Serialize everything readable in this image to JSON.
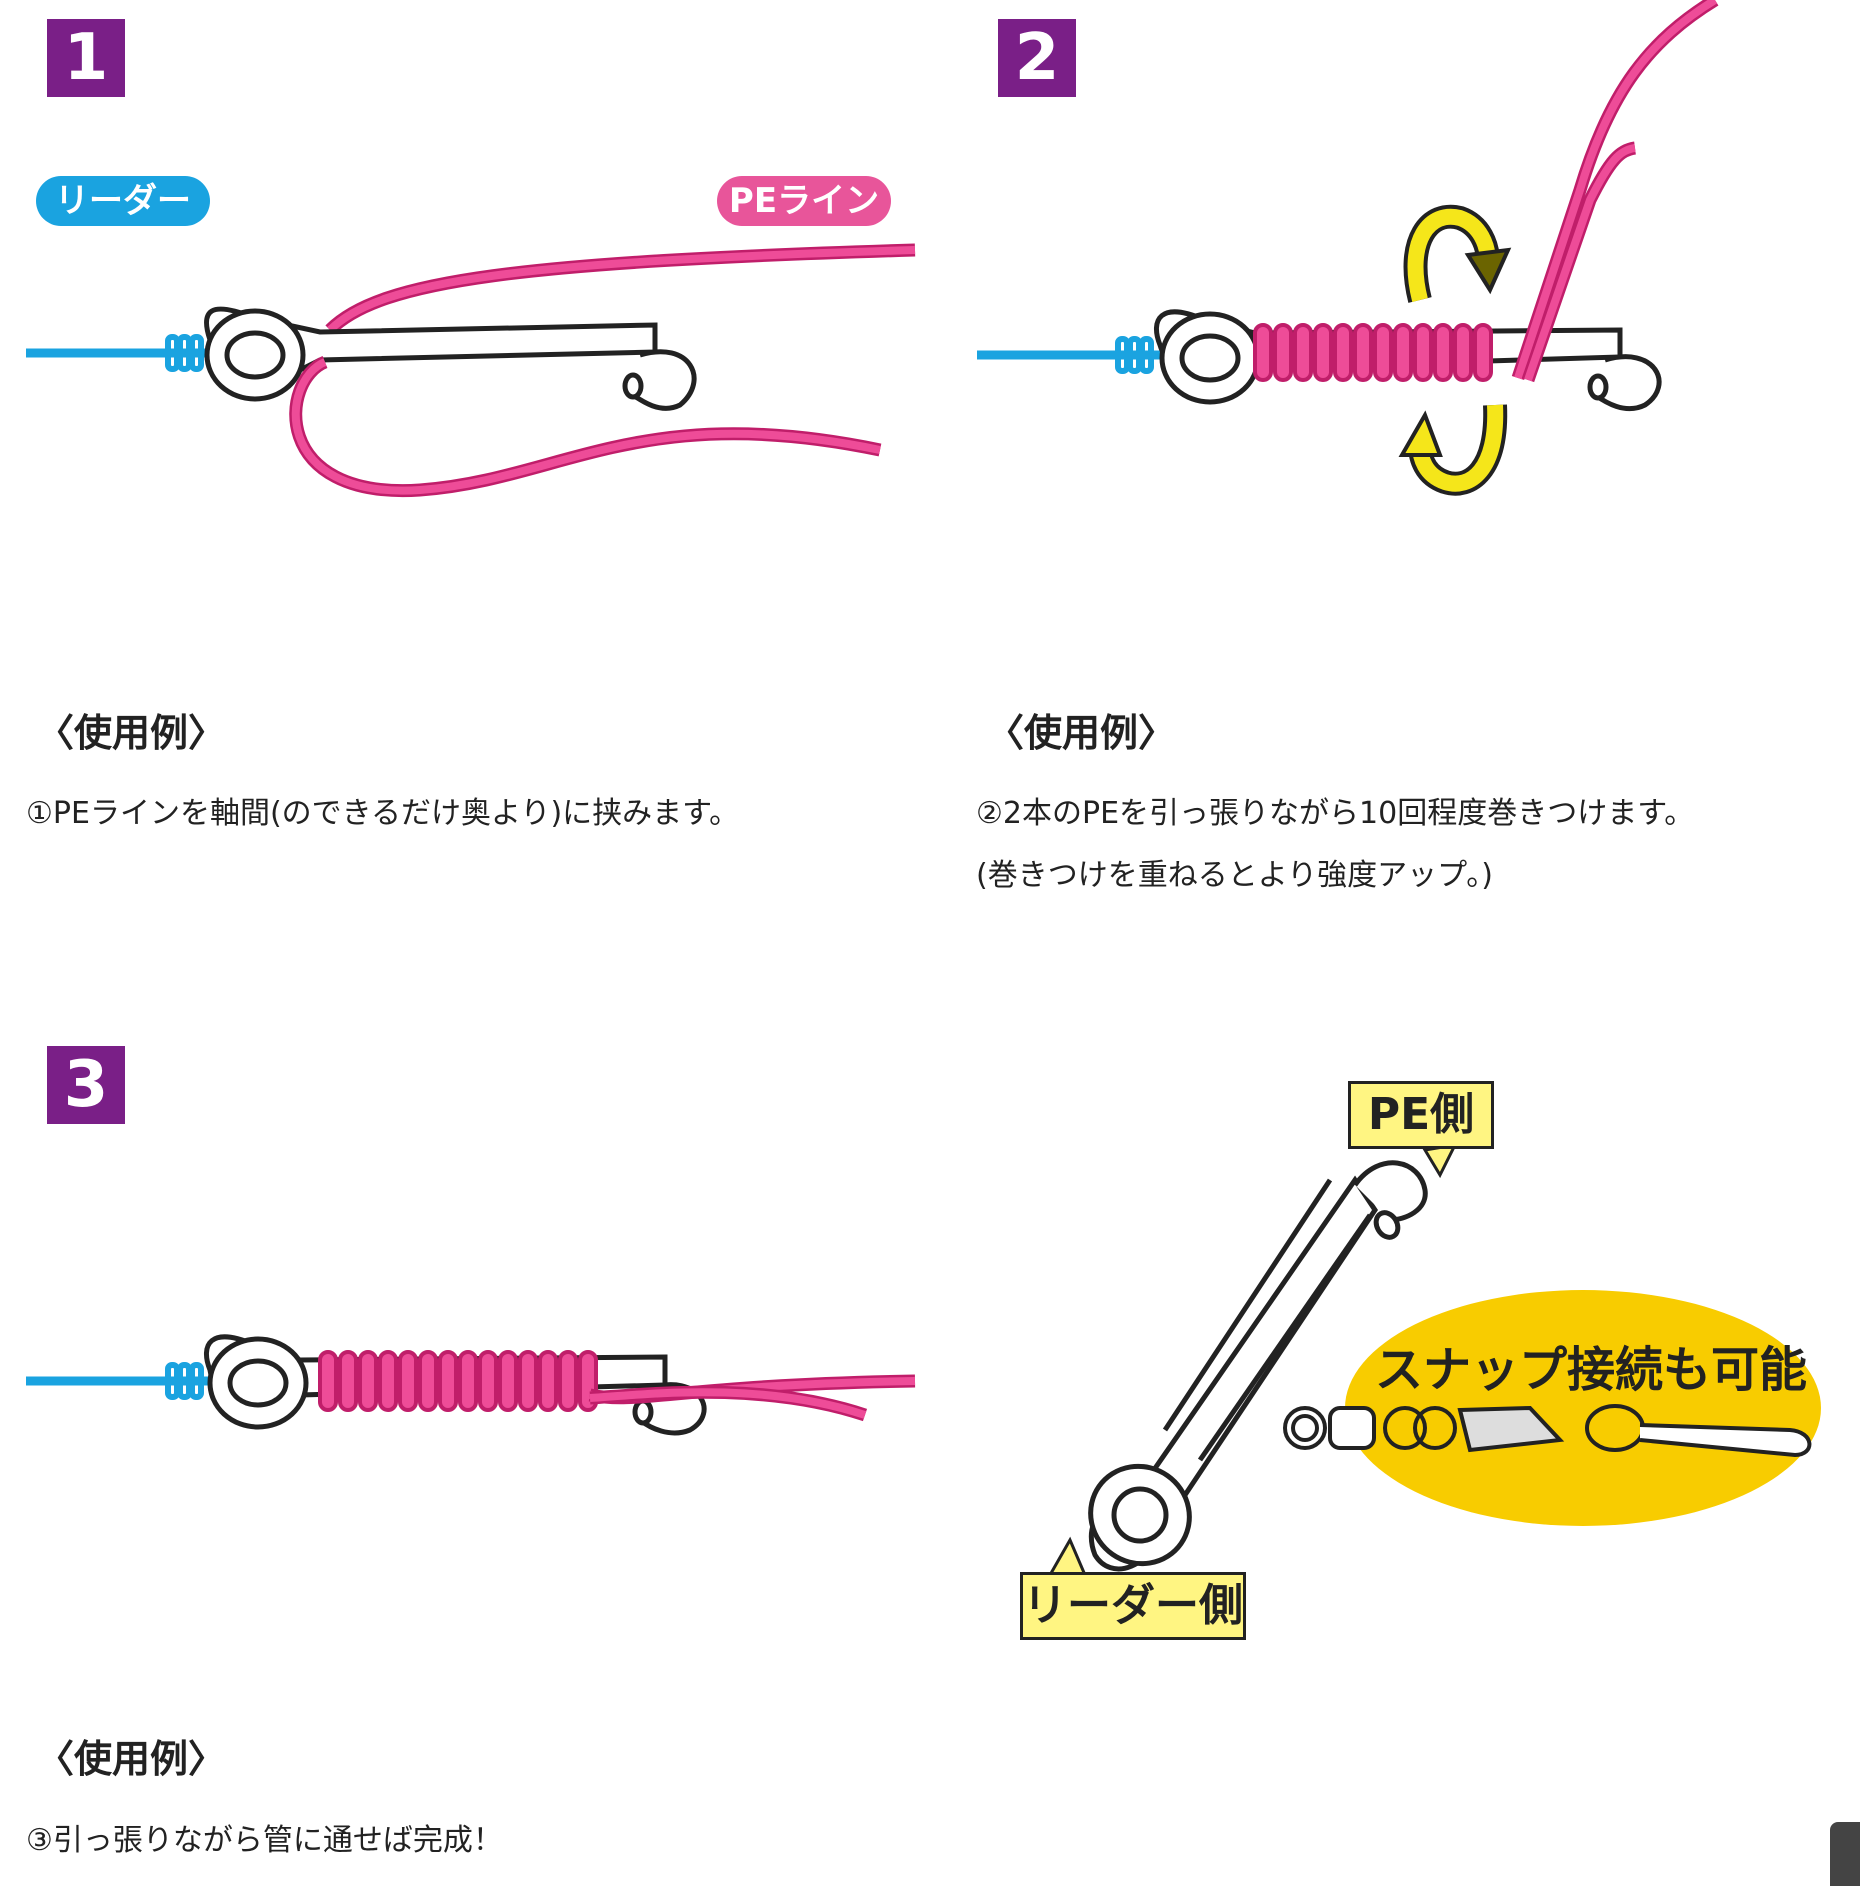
{
  "steps": [
    {
      "number": "1",
      "head": "〈使用例〉",
      "lines": [
        "①PEラインを軸間(のできるだけ奥より)に挟みます。"
      ]
    },
    {
      "number": "2",
      "head": "〈使用例〉",
      "lines": [
        "②2本のPEを引っ張りながら10回程度巻きつけます。",
        "(巻きつけを重ねるとより強度アップ。)"
      ]
    },
    {
      "number": "3",
      "head": "〈使用例〉",
      "lines": [
        "③引っ張りながら管に通せば完成！"
      ]
    }
  ],
  "labels": {
    "leader": "リーダー",
    "pe_line": "PEライン",
    "pe_side": "PE側",
    "leader_side": "リーダー側",
    "snap": "スナップ接続も可能"
  },
  "colors": {
    "badge": "#7a1f87",
    "leader_line": "#1aa3e0",
    "pe_line": "#e8348a",
    "pe_pill": "#e8559a",
    "arrow": "#f5e61a",
    "arrow_shade": "#6b6400",
    "snap_ellipse": "#f8cc00",
    "label_box": "#fff582"
  }
}
